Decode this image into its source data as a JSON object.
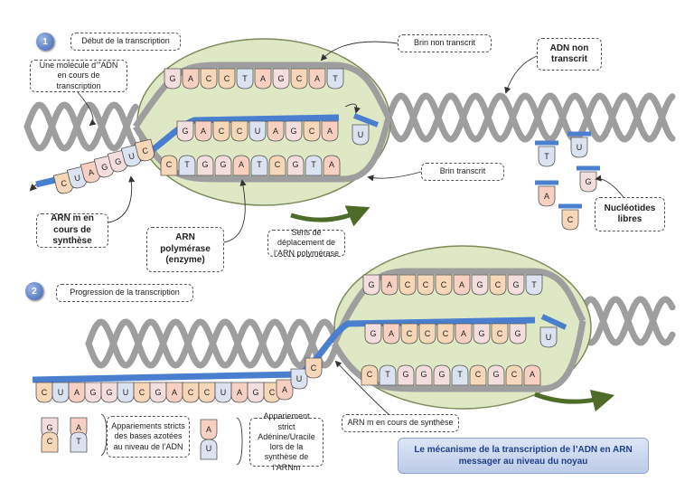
{
  "colors": {
    "dna_strand": "#9e9e9e",
    "rna_strand": "#4a7fd0",
    "polymerase_fill": "#dfe8c4",
    "polymerase_stroke": "#7d8a5a",
    "arrow": "#4e6b27",
    "caption_text": "#1f3f8a",
    "G": "#f3dedd",
    "A": "#f7d0c2",
    "C": "#f6d7b8",
    "T": "#dbe3f1",
    "U": "#dbe3f1"
  },
  "step1": {
    "number": "1",
    "title": "Début de la transcription",
    "dna_molecule_label": "Une molécule d’\"ADN en cours de transcription",
    "non_template_label": "Brin non transcrit",
    "dna_not_transcribed_label": "ADN non transcrit",
    "template_label": "Brin transcrit",
    "mrna_label": "ARN m en cours de synthèse",
    "polymerase_label": "ARN polymérase (enzyme)",
    "direction_label": "Sens de déplacement de l’ARN polymérase",
    "free_nucleotides_label": "Nucléotides libres",
    "top_bases": [
      "G",
      "A",
      "C",
      "C",
      "T",
      "A",
      "G",
      "C",
      "A",
      "T"
    ],
    "rna_bubble_bases": [
      "G",
      "A",
      "C",
      "C",
      "U",
      "A",
      "G",
      "C",
      "A"
    ],
    "rna_tail_bases": [
      "C",
      "U",
      "A",
      "G",
      "G",
      "U",
      "C"
    ],
    "bottom_bases": [
      "C",
      "T",
      "G",
      "G",
      "A",
      "T",
      "C",
      "G",
      "T",
      "A"
    ],
    "entering_base": "U",
    "free_bases": [
      "T",
      "U",
      "G",
      "A",
      "C"
    ]
  },
  "step2": {
    "number": "2",
    "title": "Progression de la transcription",
    "top_bases": [
      "G",
      "A",
      "C",
      "C",
      "C",
      "A",
      "G",
      "C",
      "G",
      "T"
    ],
    "rna_bubble_bases": [
      "G",
      "A",
      "C",
      "C",
      "C",
      "A",
      "G",
      "C",
      "G"
    ],
    "rna_tail_bases": [
      "C",
      "U",
      "A",
      "G",
      "G",
      "U",
      "C",
      "G",
      "A",
      "C",
      "C",
      "U",
      "A",
      "G",
      "C",
      "A",
      "U",
      "C"
    ],
    "bottom_bases": [
      "C",
      "T",
      "G",
      "G",
      "G",
      "T",
      "C",
      "G",
      "C",
      "A"
    ],
    "entering_base": "U",
    "mrna_label": "ARN m en cours de synthèse"
  },
  "legend": {
    "dna_pairs_label": "Appariements stricts des bases azotées au niveau de l’ADN",
    "rna_pair_label": "Appariement strict Adénine/Uracile lors de la synthèse de l’ARNm",
    "pairs": [
      [
        "G",
        "C"
      ],
      [
        "A",
        "T"
      ]
    ],
    "rna_pair": [
      "A",
      "U"
    ]
  },
  "caption": "Le mécanisme de la transcription de l’ADN en ARN messager au niveau du noyau"
}
